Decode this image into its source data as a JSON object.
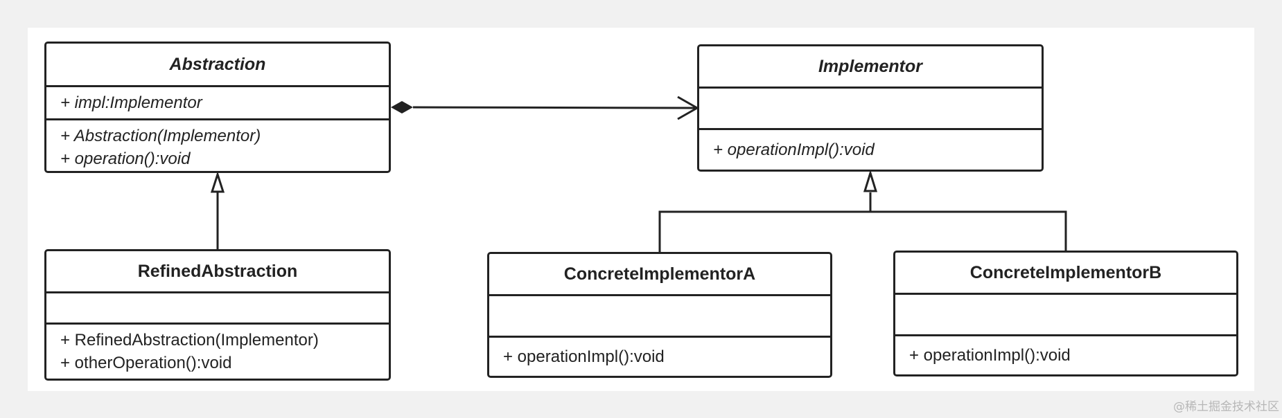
{
  "classes": {
    "abstraction": {
      "name": "Abstraction",
      "attributes": [
        "+ impl:Implementor"
      ],
      "methods": [
        "+ Abstraction(Implementor)",
        "+ operation():void"
      ]
    },
    "implementor": {
      "name": "Implementor",
      "attributes": [],
      "methods": [
        "+ operationImpl():void"
      ]
    },
    "refined_abstraction": {
      "name": "RefinedAbstraction",
      "attributes": [],
      "methods": [
        "+ RefinedAbstraction(Implementor)",
        "+ otherOperation():void"
      ]
    },
    "concrete_implementor_a": {
      "name": "ConcreteImplementorA",
      "attributes": [],
      "methods": [
        "+ operationImpl():void"
      ]
    },
    "concrete_implementor_b": {
      "name": "ConcreteImplementorB",
      "attributes": [],
      "methods": [
        "+ operationImpl():void"
      ]
    }
  },
  "relationships": [
    {
      "type": "composition",
      "from": "Abstraction",
      "to": "Implementor"
    },
    {
      "type": "generalization",
      "from": "RefinedAbstraction",
      "to": "Abstraction"
    },
    {
      "type": "realization",
      "from": "ConcreteImplementorA",
      "to": "Implementor"
    },
    {
      "type": "realization",
      "from": "ConcreteImplementorB",
      "to": "Implementor"
    }
  ],
  "colors": {
    "line": "#222222",
    "background": "#f1f1f1",
    "panel": "#ffffff",
    "watermark": "#b7b7b7"
  },
  "watermark": "@稀土掘金技术社区"
}
